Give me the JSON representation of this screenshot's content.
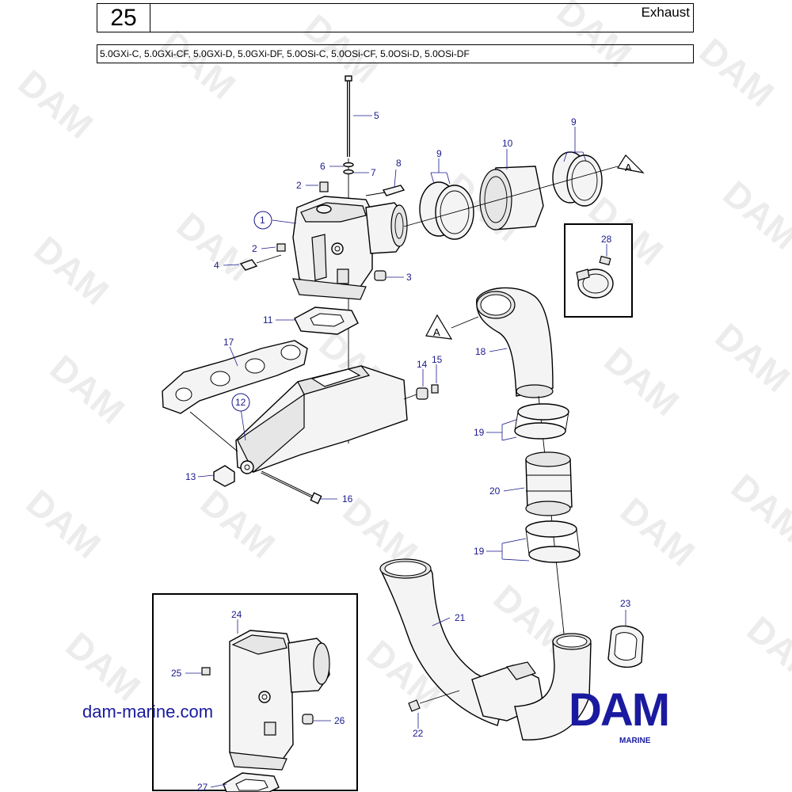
{
  "header": {
    "page_number": "25",
    "title": "Exhaust",
    "models": "5.0GXi-C, 5.0GXi-CF, 5.0GXi-D, 5.0GXi-DF, 5.0OSi-C, 5.0OSi-CF, 5.0OSi-D, 5.0OSi-DF"
  },
  "watermark": "DAM",
  "callouts": [
    "1",
    "2",
    "2",
    "3",
    "4",
    "5",
    "6",
    "7",
    "8",
    "9",
    "9",
    "10",
    "11",
    "12",
    "13",
    "14",
    "15",
    "16",
    "17",
    "18",
    "19",
    "19",
    "20",
    "21",
    "22",
    "23",
    "24",
    "25",
    "26",
    "27",
    "28"
  ],
  "reference_marks": [
    "A",
    "A"
  ],
  "footer": {
    "website": "dam-marine.com",
    "logo": "DAM",
    "logo_sub": "MARINE"
  },
  "colors": {
    "callout": "#1a1a8c",
    "brand": "#1a1aa0"
  }
}
